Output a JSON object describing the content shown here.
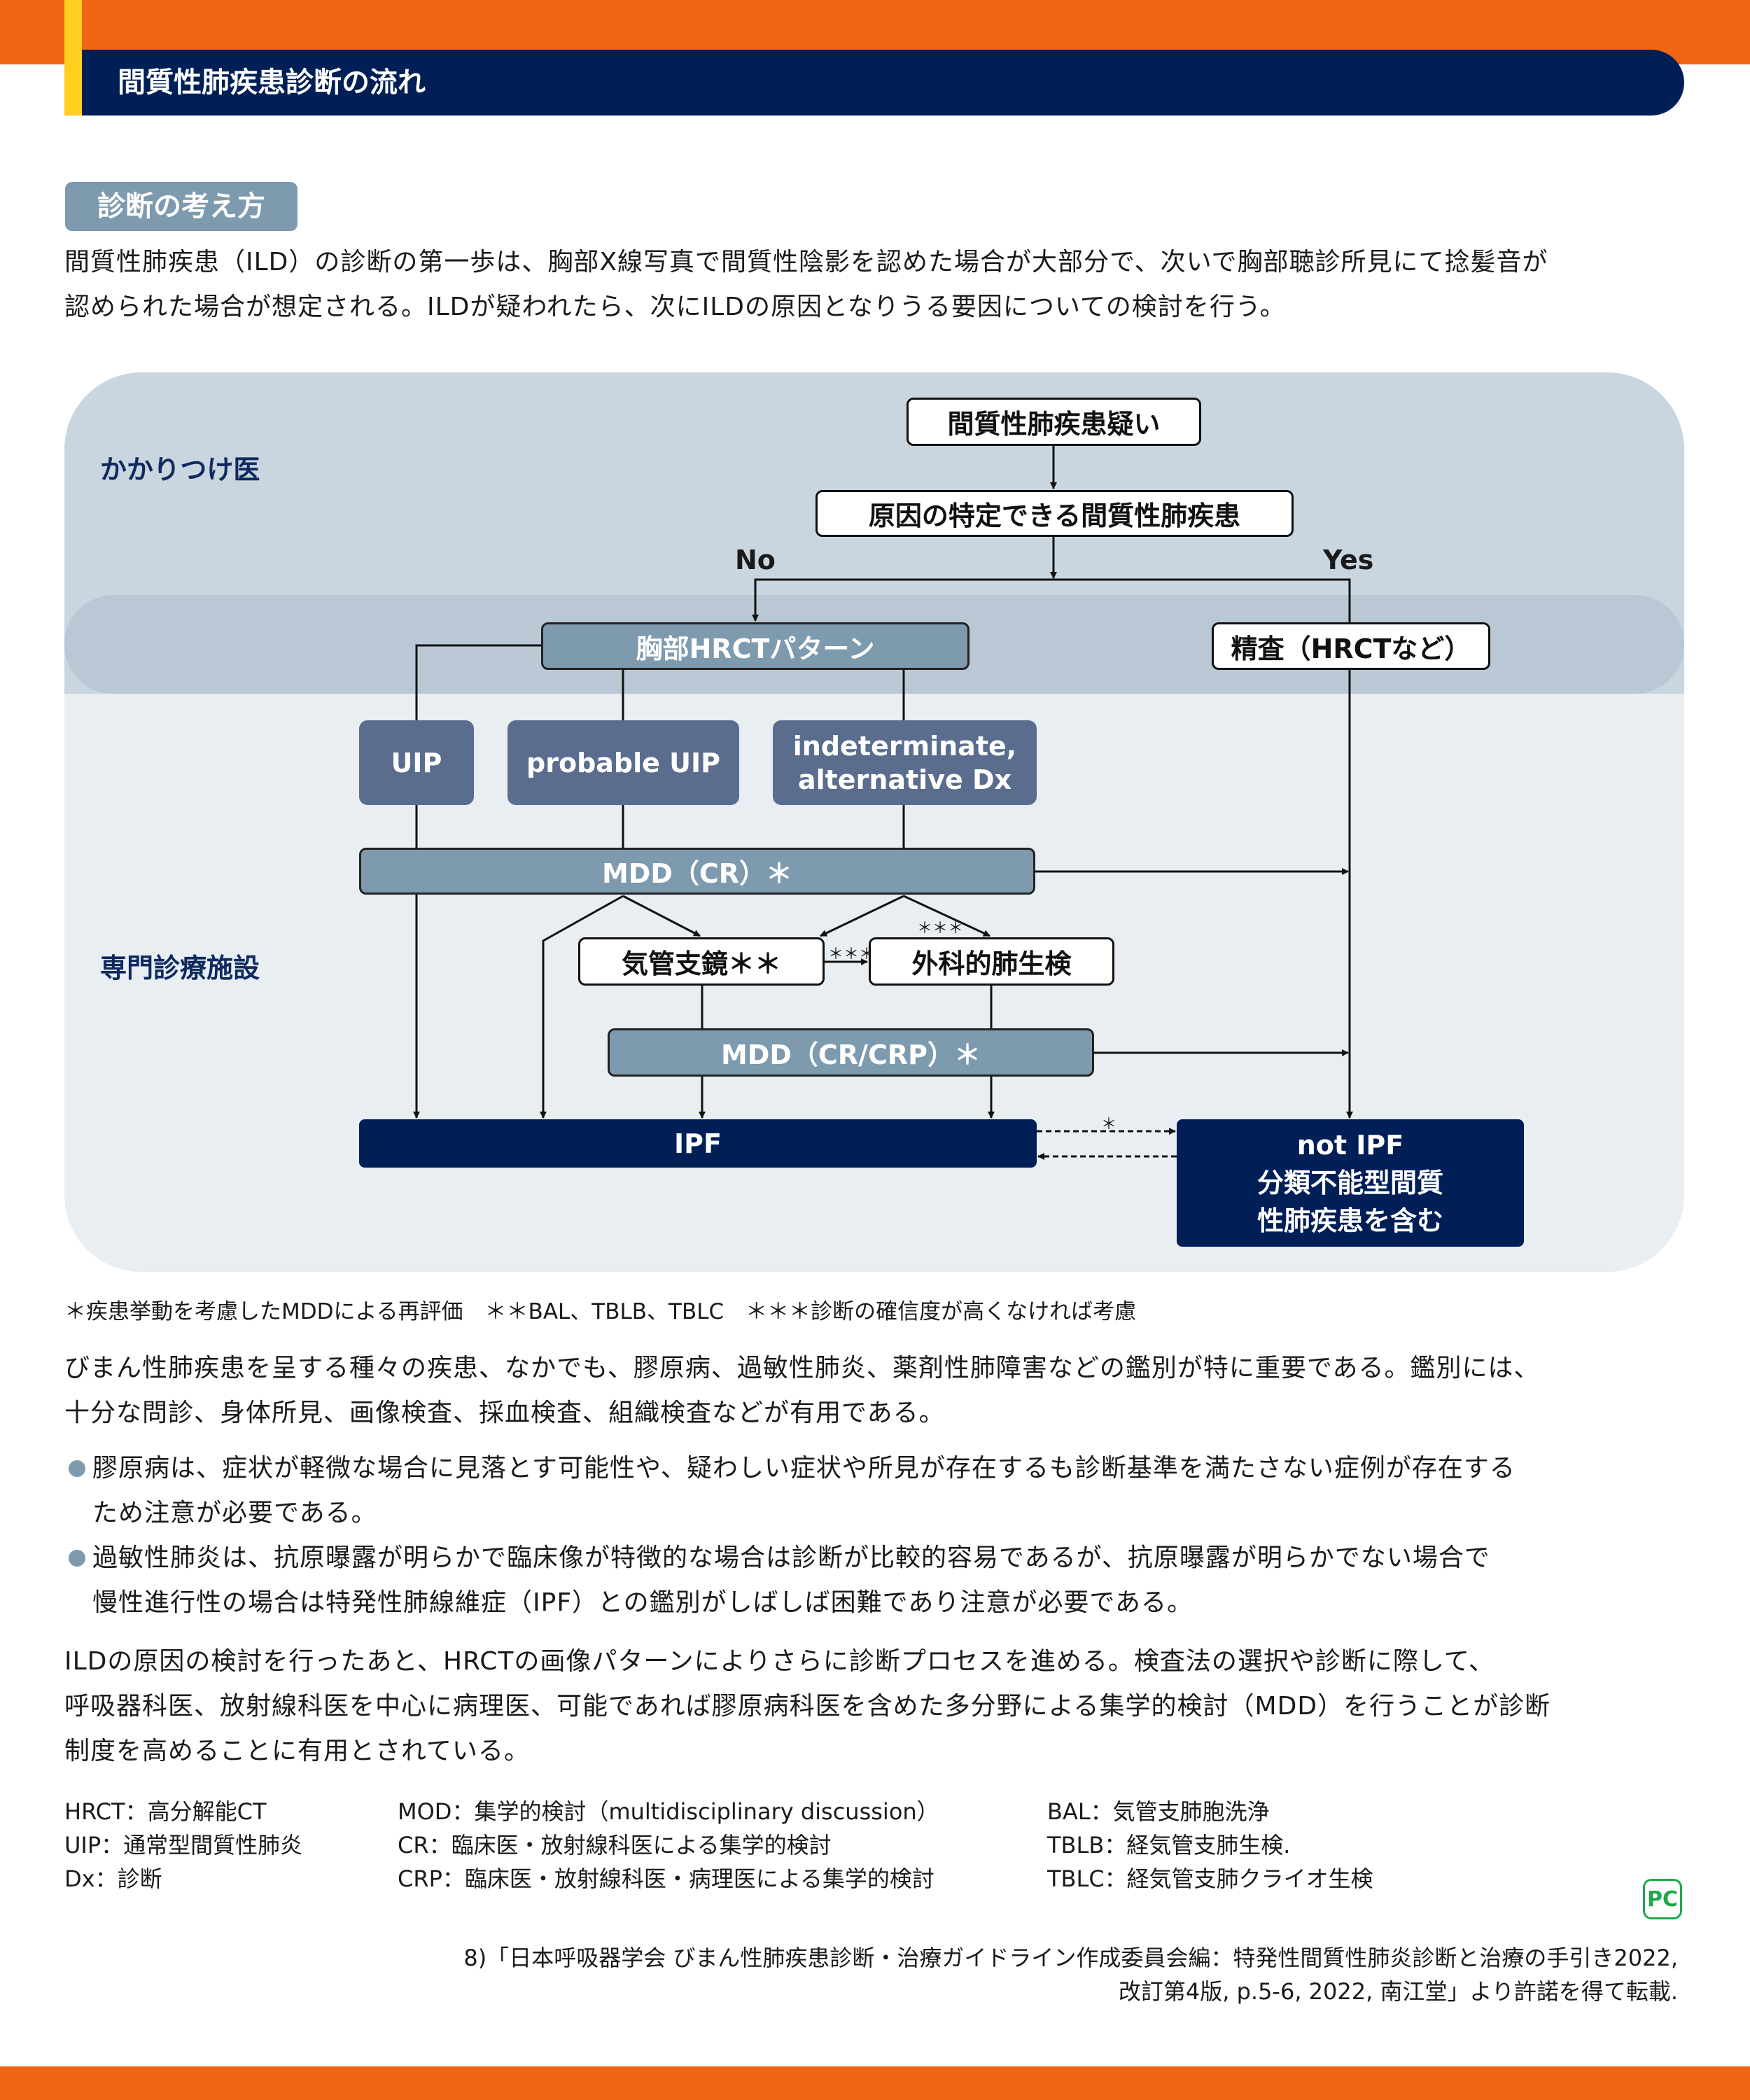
{
  "header": {
    "title": "間質性肺疾患診断の流れ"
  },
  "section_tag": "診断の考え方",
  "intro": [
    "間質性肺疾患（ILD）の診断の第一歩は、胸部X線写真で間質性陰影を認めた場合が大部分で、次いで胸部聴診所見にて捻髪音が",
    "認められた場合が想定される。ILDが疑われたら、次にILDの原因となりうる要因についての検討を行う。"
  ],
  "flowchart": {
    "zones": {
      "primary": "かかりつけ医",
      "specialist": "専門診療施設"
    },
    "nodes": {
      "suspect": "間質性肺疾患疑い",
      "identifiable": "原因の特定できる間質性肺疾患",
      "hrct": "胸部HRCTパターン",
      "workup": "精査（HRCTなど）",
      "uip": "UIP",
      "probable_uip": "probable UIP",
      "indeterminate_1": "indeterminate,",
      "indeterminate_2": "alternative Dx",
      "mdd_cr": "MDD（CR）＊",
      "bronchoscopy": "気管支鏡＊＊",
      "surgical_biopsy": "外科的肺生検",
      "mdd_cr_crp": "MDD（CR/CRP）＊",
      "ipf": "IPF",
      "not_ipf_1": "not IPF",
      "not_ipf_2": "分類不能型間質",
      "not_ipf_3": "性肺疾患を含む"
    },
    "labels": {
      "no": "No",
      "yes": "Yes",
      "triple_star": "＊＊＊",
      "single_star": "＊"
    }
  },
  "footnote": "＊疾患挙動を考慮したMDDによる再評価　＊＊BAL、TBLB、TBLC　＊＊＊診断の確信度が高くなければ考慮",
  "para2": [
    "びまん性肺疾患を呈する種々の疾患、なかでも、膠原病、過敏性肺炎、薬剤性肺障害などの鑑別が特に重要である。鑑別には、",
    "十分な問診、身体所見、画像検査、採血検査、組織検査などが有用である。"
  ],
  "bullets": [
    [
      "膠原病は、症状が軽微な場合に見落とす可能性や、疑わしい症状や所見が存在するも診断基準を満たさない症例が存在する",
      "ため注意が必要である。"
    ],
    [
      "過敏性肺炎は、抗原曝露が明らかで臨床像が特徴的な場合は診断が比較的容易であるが、抗原曝露が明らかでない場合で",
      "慢性進行性の場合は特発性肺線維症（IPF）との鑑別がしばしば困難であり注意が必要である。"
    ]
  ],
  "para3": [
    "ILDの原因の検討を行ったあと、HRCTの画像パターンによりさらに診断プロセスを進める。検査法の選択や診断に際して、",
    "呼吸器科医、放射線科医を中心に病理医、可能であれば膠原病科医を含めた多分野による集学的検討（MDD）を行うことが診断",
    "制度を高めることに有用とされている。"
  ],
  "glossary": {
    "col1": [
      "HRCT：高分解能CT",
      "UIP：通常型間質性肺炎",
      "Dx：診断"
    ],
    "col2": [
      "MOD：集学的検討（multidisciplinary discussion）",
      "CR：臨床医・放射線科医による集学的検討",
      "CRP：臨床医・放射線科医・病理医による集学的検討"
    ],
    "col3": [
      "BAL：気管支肺胞洗浄",
      "TBLB：経気管支肺生検.",
      "TBLC：経気管支肺クライオ生検"
    ]
  },
  "logo": "PC",
  "citation": [
    "8)「日本呼吸器学会 びまん性肺疾患診断・治療ガイドライン作成委員会編：特発性間質性肺炎診断と治療の手引き2022,",
    "改訂第4版, p.5-6, 2022, 南江堂」より許諾を得て転載."
  ],
  "colors": {
    "orange": "#ef6612",
    "navy": "#001f56",
    "yellow": "#ffcf1f",
    "steel": "#7d9aae",
    "slate": "#5a6d8e",
    "logo_green": "#1ea84a"
  }
}
